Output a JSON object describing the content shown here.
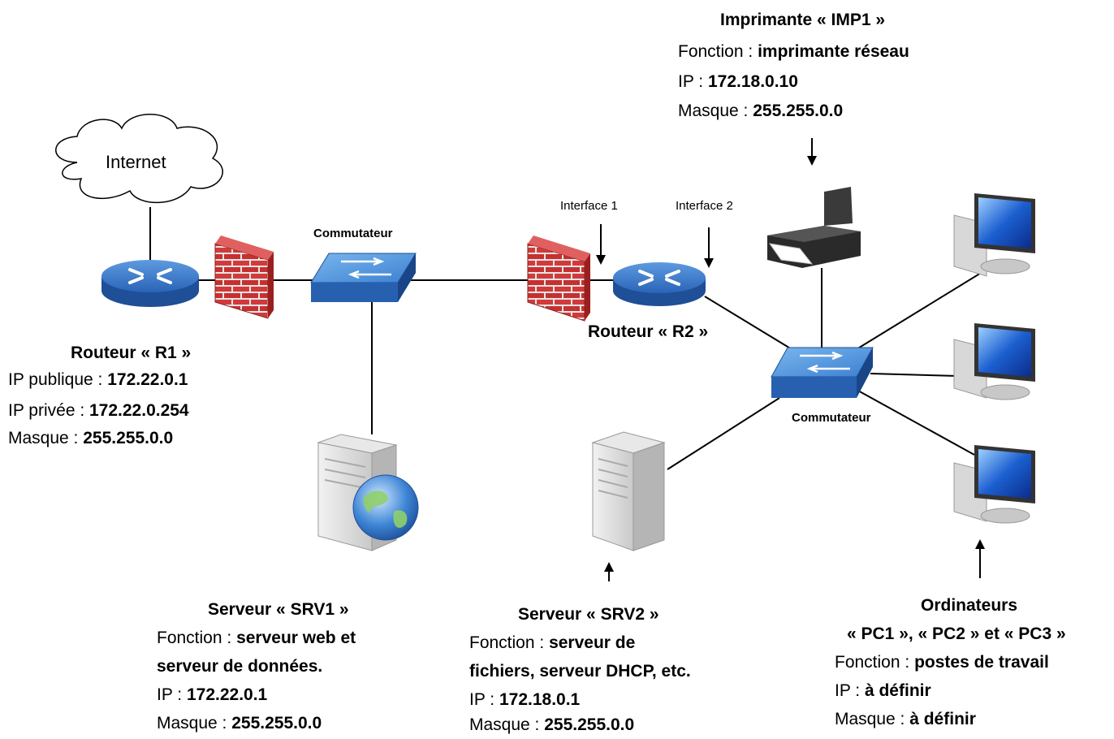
{
  "internet": {
    "label": "Internet"
  },
  "r1": {
    "title": "Routeur « R1 »",
    "ip_pub_label": "IP publique : ",
    "ip_pub": "172.22.0.1",
    "ip_priv_label": "IP privée : ",
    "ip_priv": "172.22.0.254",
    "mask_label": "Masque : ",
    "mask": "255.255.0.0"
  },
  "switch1": {
    "label": "Commutateur"
  },
  "switch2": {
    "label": "Commutateur"
  },
  "r2": {
    "title": "Routeur « R2 »",
    "iface1": "Interface 1",
    "iface2": "Interface 2"
  },
  "imp1": {
    "title": "Imprimante « IMP1 »",
    "func_label": "Fonction : ",
    "func": "imprimante réseau",
    "ip_label": "IP : ",
    "ip": "172.18.0.10",
    "mask_label": "Masque : ",
    "mask": "255.255.0.0"
  },
  "srv1": {
    "title": "Serveur « SRV1 »",
    "func_label": "Fonction : ",
    "func_1": "serveur web et",
    "func_2": "serveur de données.",
    "ip_label": "IP : ",
    "ip": "172.22.0.1",
    "mask_label": "Masque : ",
    "mask": "255.255.0.0"
  },
  "srv2": {
    "title": "Serveur « SRV2 »",
    "func_label": "Fonction : ",
    "func_1": "serveur de",
    "func_2": "fichiers, serveur DHCP, etc.",
    "ip_label": "IP : ",
    "ip": "172.18.0.1",
    "mask_label": "Masque : ",
    "mask": "255.255.0.0"
  },
  "pcs": {
    "title_1": "Ordinateurs",
    "title_2": "« PC1 », « PC2 » et « PC3 »",
    "func_label": "Fonction : ",
    "func": "postes de travail",
    "ip_label": "IP : ",
    "ip": "à définir",
    "mask_label": "Masque : ",
    "mask": "à définir"
  }
}
